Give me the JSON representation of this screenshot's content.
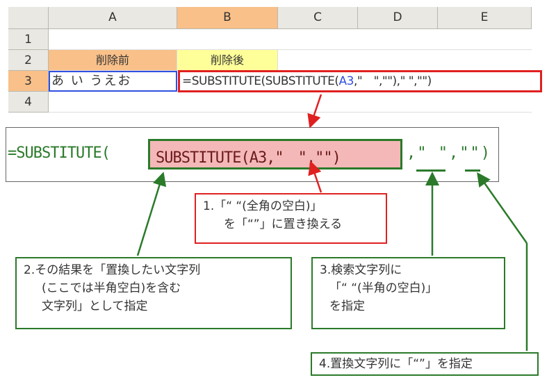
{
  "sheet": {
    "columns": [
      "A",
      "B",
      "C",
      "D",
      "E"
    ],
    "rows": [
      "1",
      "2",
      "3",
      "4"
    ],
    "a2": "削除前",
    "b2": "削除後",
    "a3": "あ い うえお",
    "b3_parts": [
      "=SUBSTITUTE(SUBSTITUTE(",
      "A3",
      ",\"　\",\"\")",
      ",\" \",\"\")"
    ]
  },
  "formula": {
    "prefix": "=SUBSTITUTE(",
    "inner": "SUBSTITUTE(A3,\"　\",\"\")",
    "suffix": ",\" \",\"\")"
  },
  "callouts": {
    "c1": [
      "1.「“ “(全角の空白)」",
      "を「“”」に置き換える"
    ],
    "c2": [
      "2.その結果を「置換したい文字列",
      "(ここでは半角空白)を含む",
      "文字列」として指定"
    ],
    "c3": [
      "3.検索文字列に",
      "「“ “(半角の空白)」",
      "を指定"
    ],
    "c4": "4.置換文字列に「“”」を指定"
  },
  "colors": {
    "green": "#2a7a2a",
    "red": "#e02020",
    "pink": "#f4b8b8",
    "orange": "#f9c089",
    "yellow": "#ffff99"
  }
}
